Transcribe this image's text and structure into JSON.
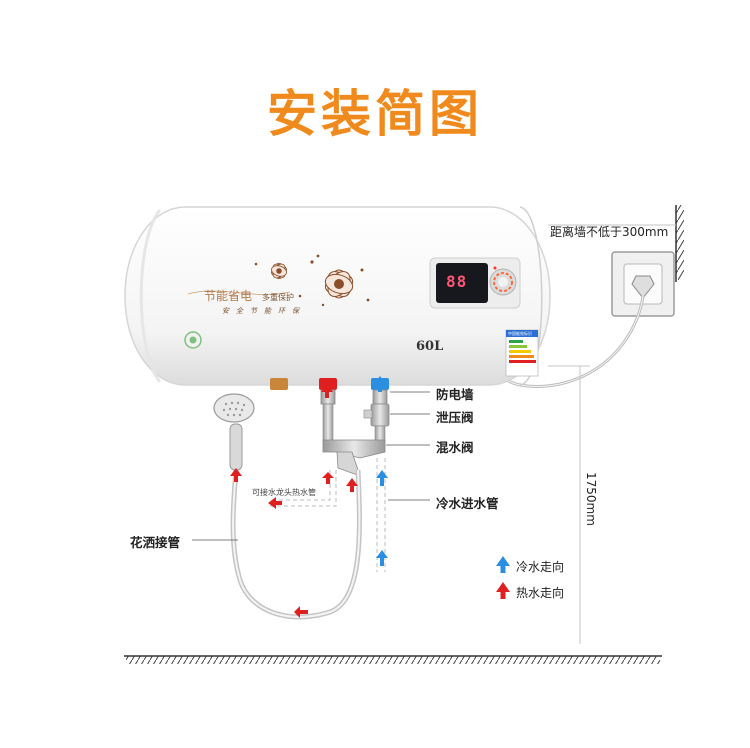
{
  "title": "安装简图",
  "colors": {
    "title": "#f08a1c",
    "hot": "#e02020",
    "cold": "#2a8fe0",
    "tank": "#f7f7f7",
    "pipe": "#bfbfbf",
    "dim_line": "#c6c6c6",
    "ground": "#333333"
  },
  "heater": {
    "brand": "节能省电",
    "brand_sub": "多重保护",
    "slogan": "安全节能环保",
    "capacity": "60L",
    "display": "88",
    "label_strip": "中国能效标识"
  },
  "labels": {
    "wall_distance": "距离墙不低于300mm",
    "anti_electric_wall": "防电墙",
    "pressure_relief_valve": "泄压阀",
    "mixing_valve": "混水阀",
    "cold_inlet_pipe": "冷水进水管",
    "shower_hose": "花洒接管",
    "faucet_note": "可接水龙头热水管",
    "height": "1750mm"
  },
  "legend": [
    {
      "label": "冷水走向",
      "color_key": "cold",
      "icon": "arrow-up-icon"
    },
    {
      "label": "热水走向",
      "color_key": "hot",
      "icon": "arrow-up-icon"
    }
  ]
}
